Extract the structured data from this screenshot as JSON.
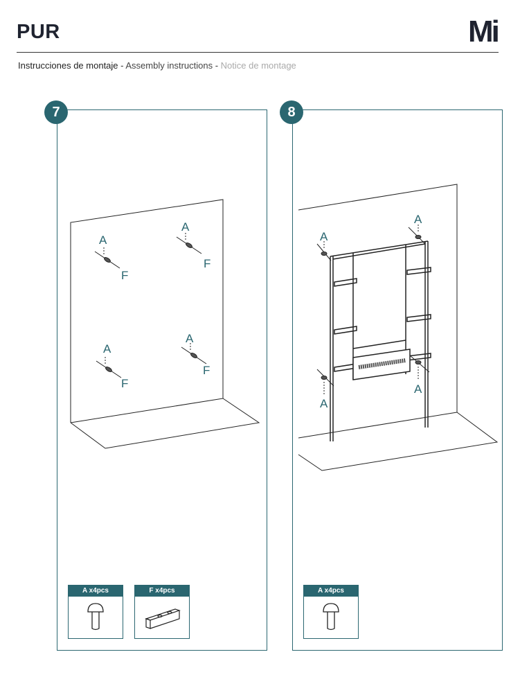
{
  "header": {
    "title": "PUR",
    "logo": "Mi"
  },
  "subtitle": {
    "es": "Instrucciones de montaje",
    "sep1": " - ",
    "en": "Assembly instructions",
    "sep2": "  - ",
    "fr": "Notice de montage"
  },
  "steps": [
    {
      "number": "7",
      "parts": [
        {
          "label": "A x4pcs",
          "icon": "screw-icon"
        },
        {
          "label": "F x4pcs",
          "icon": "anchor-plug-icon"
        }
      ],
      "callouts": {
        "a": "A",
        "f": "F"
      }
    },
    {
      "number": "8",
      "parts": [
        {
          "label": "A x4pcs",
          "icon": "screw-icon"
        }
      ],
      "callouts": {
        "a": "A"
      }
    }
  ],
  "colors": {
    "accent": "#2a6670",
    "text": "#1f2330"
  }
}
